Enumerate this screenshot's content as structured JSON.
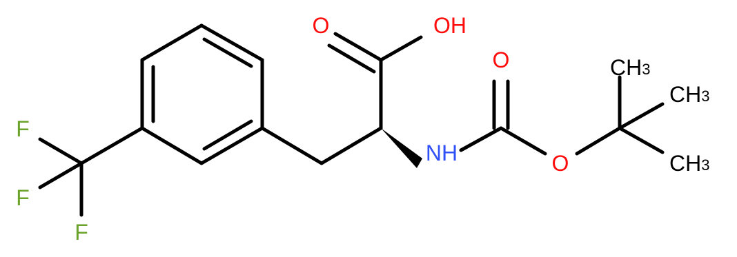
{
  "structure": {
    "colors": {
      "bond": "#000000",
      "oxygen": "#ff0d0d",
      "nitrogen": "#3050f8",
      "fluorine": "#6ba22a",
      "carbon": "#000000"
    },
    "atoms": {
      "o_carbonyl_acid": "O",
      "oh": "OH",
      "nh": "NH",
      "o_carbonyl_boc": "O",
      "o_ester": "O",
      "f1": "F",
      "f2": "F",
      "f3": "F",
      "ch3_1": {
        "main": "CH",
        "sub": "3"
      },
      "ch3_2": {
        "main": "CH",
        "sub": "3"
      },
      "ch3_3": {
        "main": "CH",
        "sub": "3"
      }
    }
  }
}
